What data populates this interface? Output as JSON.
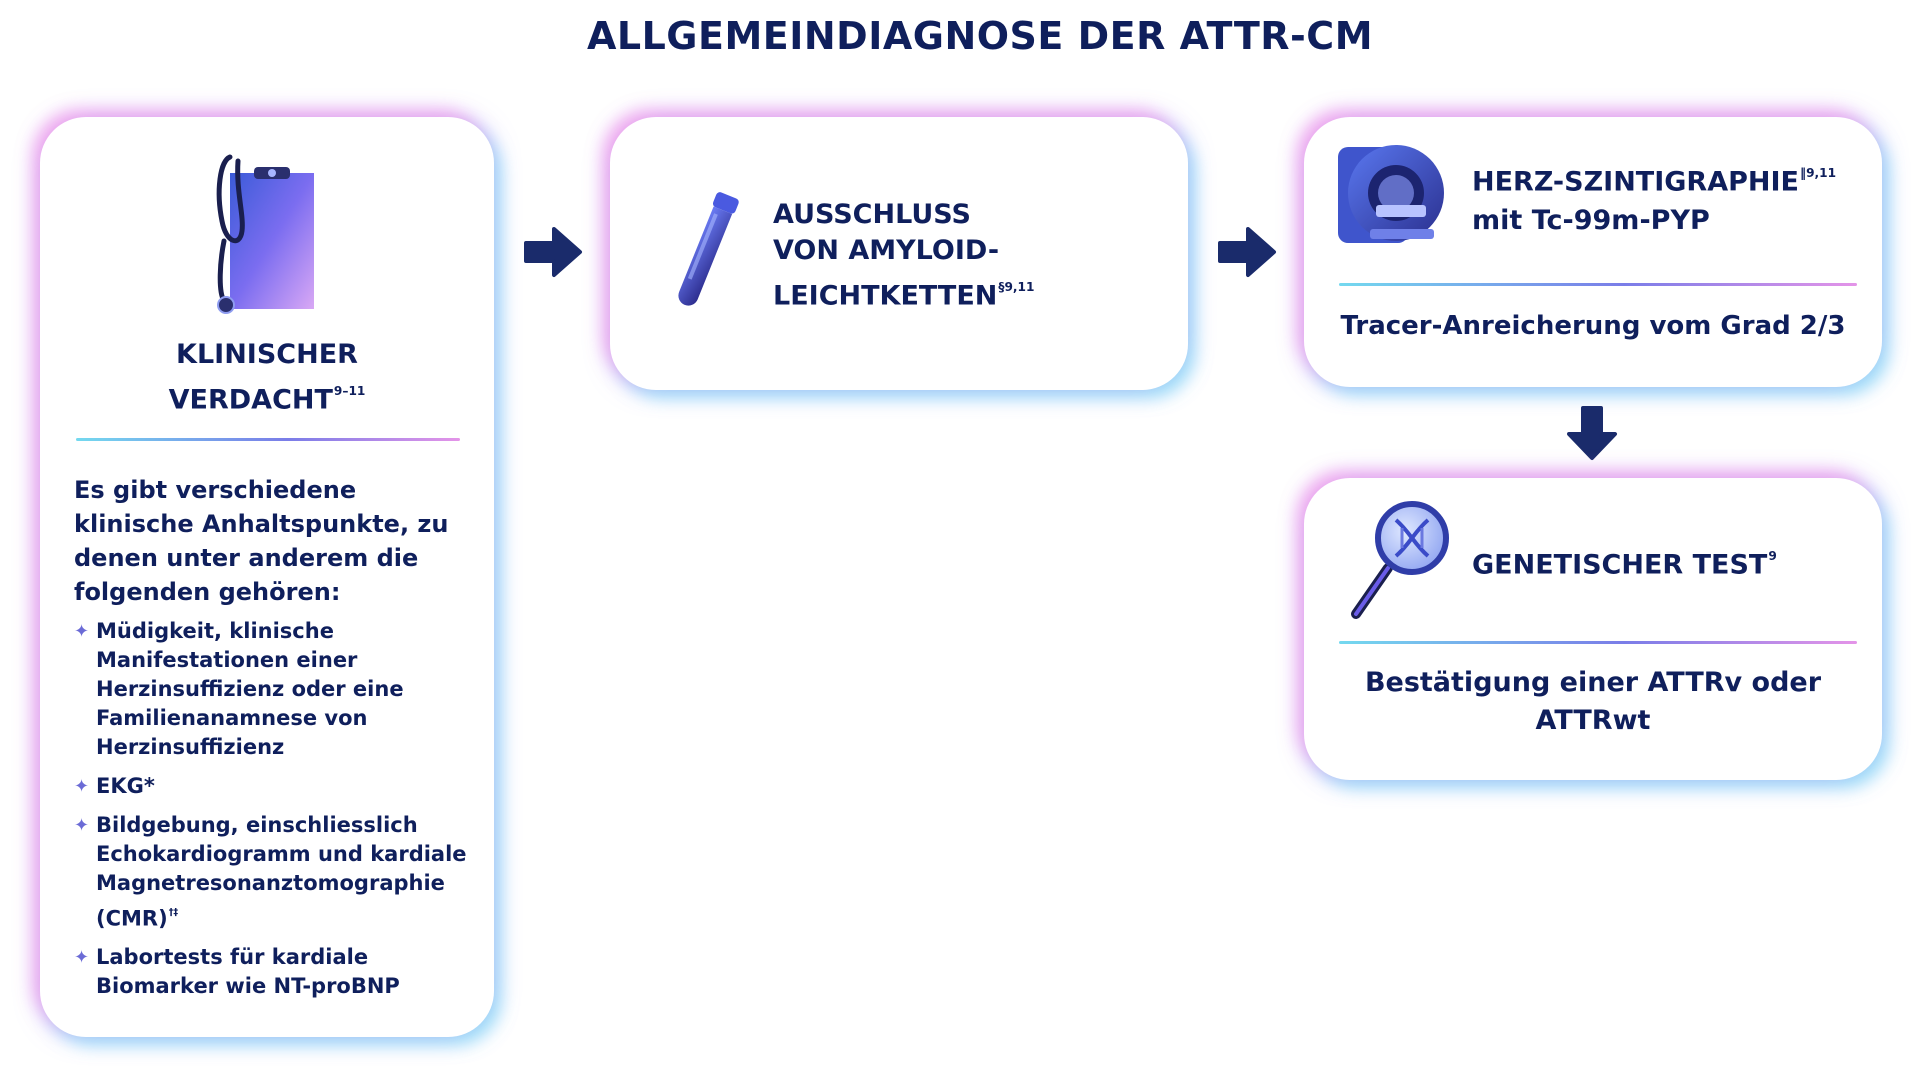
{
  "title": "ALLGEMEINDIAGNOSE DER ATTR-CM",
  "clinical": {
    "heading_line1": "KLINISCHER",
    "heading_line2": "VERDACHT",
    "heading_ref": "9–11",
    "intro": "Es gibt verschiedene klinische Anhaltspunkte, zu denen unter anderem die folgenden gehören:",
    "items": [
      "Müdigkeit, klinische Manifestationen einer Herzinsuffizienz oder eine Familienanamnese von Herzinsuffizienz",
      "EKG*",
      "Bildgebung, einschliesslich Echokardiogramm und kardiale Magnetresonanztomographie (CMR)",
      "Labortests für kardiale Biomarker wie NT-proBNP"
    ],
    "item3_ref": "†‡",
    "bullet": "✦"
  },
  "exclusion": {
    "line1": "AUSSCHLUSS",
    "line2": "VON AMYLOID-",
    "line3": "LEICHTKETTEN",
    "ref": "§9,11"
  },
  "scinti": {
    "heading": "HERZ-SZINTIGRAPHIE",
    "ref": "‖9,11",
    "sub": "mit Tc-99m-PYP",
    "text": "Tracer-Anreicherung vom Grad 2/3"
  },
  "genetic": {
    "heading": "GENETISCHER TEST",
    "ref": "9",
    "text": "Bestätigung einer ATTRv oder ATTRwt"
  },
  "icons": {
    "clinical": "stethoscope-clipboard-icon",
    "exclusion": "test-tube-icon",
    "scinti": "scanner-icon",
    "genetic": "magnifier-dna-icon",
    "arrow": "arrow-icon"
  },
  "colors": {
    "text": "#0f1f5c",
    "arrow": "#1a2b6b",
    "glow_pink": "#f478e2",
    "glow_cyan": "#60d6f4",
    "icon_purple": "#6a5ce8"
  }
}
